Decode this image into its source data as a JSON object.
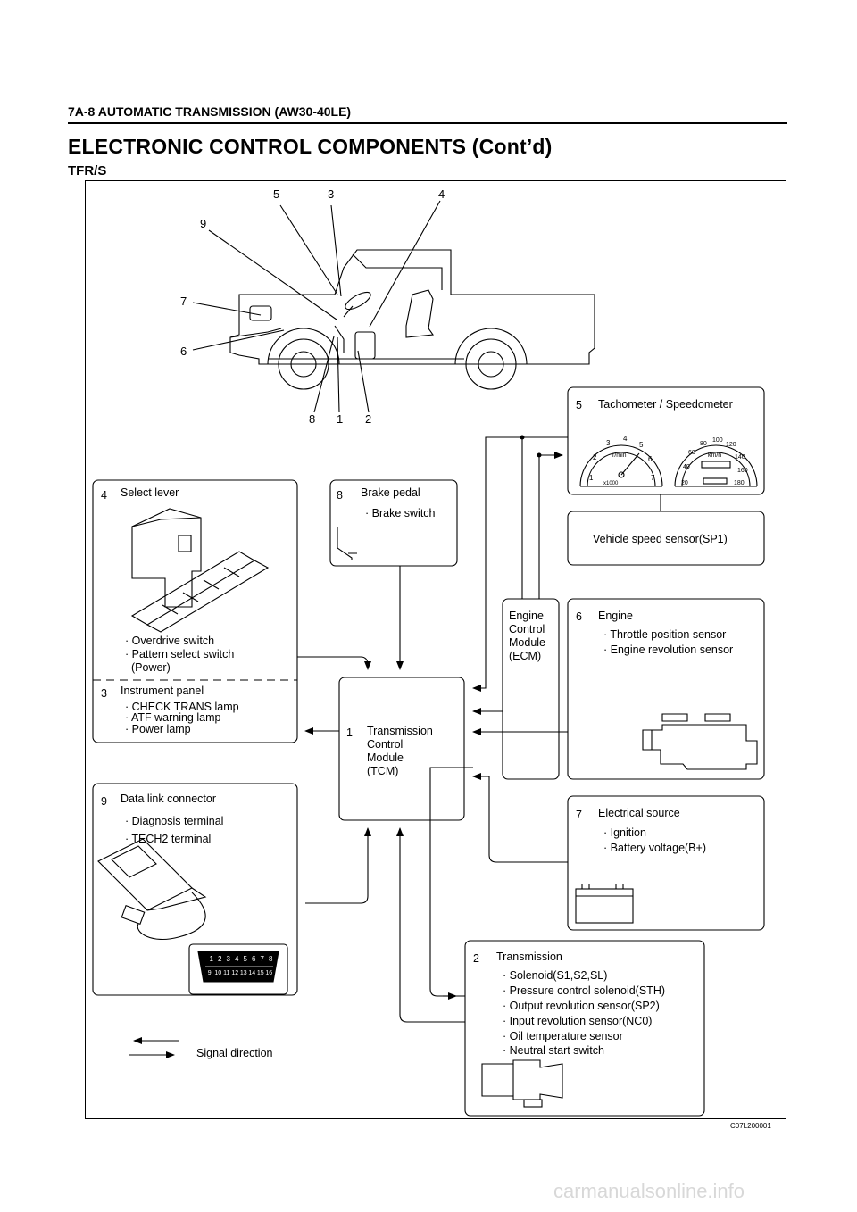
{
  "page": {
    "header": "7A-8  AUTOMATIC TRANSMISSION (AW30-40LE)",
    "title": "ELECTRONIC CONTROL COMPONENTS (Cont’d)",
    "subtitle": "TFR/S",
    "figure_code": "C07L200001",
    "watermark": "carmanualsonline.info"
  },
  "callouts": {
    "c5": "5",
    "c3": "3",
    "c4": "4",
    "c9": "9",
    "c7": "7",
    "c6": "6",
    "c8": "8",
    "c1": "1",
    "c2": "2"
  },
  "boxes": {
    "tacho": {
      "num": "5",
      "title": "Tachometer / Speedometer"
    },
    "vss": {
      "title": "Vehicle speed sensor(SP1)"
    },
    "select": {
      "num": "4",
      "title": "Select lever",
      "items": [
        "· Overdrive switch",
        "· Pattern select switch",
        "(Power)"
      ]
    },
    "instrument": {
      "num": "3",
      "title": "Instrument panel",
      "items": [
        "· CHECK TRANS lamp",
        "· ATF warning lamp",
        "· Power lamp"
      ]
    },
    "brake": {
      "num": "8",
      "title": "Brake pedal",
      "items": [
        "· Brake switch"
      ]
    },
    "ecm": {
      "lines": [
        "Engine",
        "Control",
        "Module",
        "(ECM)"
      ]
    },
    "engine": {
      "num": "6",
      "title": "Engine",
      "items": [
        "· Throttle position sensor",
        "· Engine revolution sensor"
      ]
    },
    "tcm": {
      "num": "1",
      "lines": [
        "Transmission",
        "Control",
        "Module",
        "(TCM)"
      ]
    },
    "dlc": {
      "num": "9",
      "title": "Data link connector",
      "items": [
        "· Diagnosis terminal",
        "· TECH2 terminal"
      ],
      "pins_top": [
        "1",
        "2",
        "3",
        "4",
        "5",
        "6",
        "7",
        "8"
      ],
      "pins_bottom": [
        "9",
        "10",
        "11",
        "12",
        "13",
        "14",
        "15",
        "16"
      ]
    },
    "electrical": {
      "num": "7",
      "title": "Electrical source",
      "items": [
        "· Ignition",
        "· Battery voltage(B+)"
      ]
    },
    "transmission": {
      "num": "2",
      "title": "Transmission",
      "items": [
        "· Solenoid(S1,S2,SL)",
        "· Pressure control solenoid(STH)",
        "· Output revolution sensor(SP2)",
        "· Input revolution sensor(NC0)",
        "· Oil temperature sensor",
        "· Neutral start switch"
      ]
    }
  },
  "gauges": {
    "rpm_label": "r/min",
    "speed_label": "km/h",
    "rpm_mult": "x1000",
    "rpm_ticks": [
      "1",
      "2",
      "3",
      "4",
      "5",
      "6",
      "7"
    ],
    "speed_ticks": [
      "20",
      "40",
      "60",
      "80",
      "100",
      "120",
      "140",
      "160",
      "180"
    ]
  },
  "legend": {
    "label": "Signal direction"
  }
}
